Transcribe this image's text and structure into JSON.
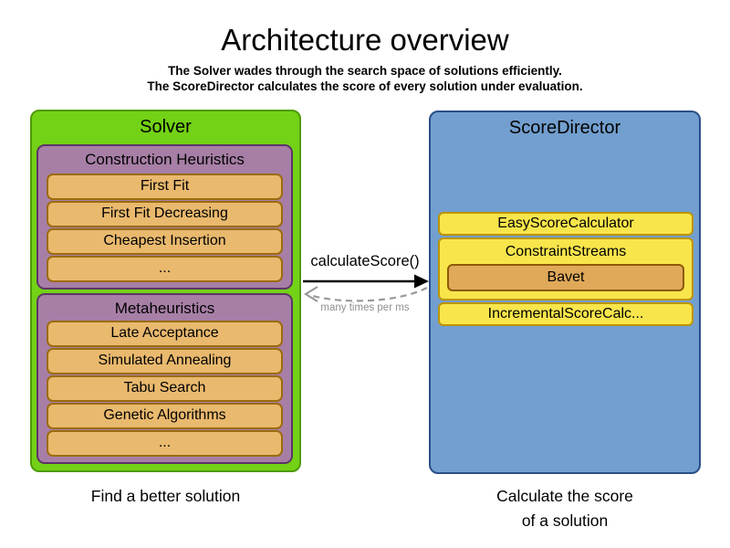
{
  "header": {
    "title": "Architecture overview",
    "subtitle_line1": "The Solver wades through the search space of solutions efficiently.",
    "subtitle_line2": "The ScoreDirector calculates the score of every solution under evaluation."
  },
  "solver": {
    "title": "Solver",
    "caption": "Find a better solution",
    "groups": [
      {
        "title": "Construction Heuristics",
        "items": [
          "First Fit",
          "First Fit Decreasing",
          "Cheapest Insertion",
          "..."
        ]
      },
      {
        "title": "Metaheuristics",
        "items": [
          "Late Acceptance",
          "Simulated Annealing",
          "Tabu Search",
          "Genetic Algorithms",
          "..."
        ]
      }
    ]
  },
  "score_director": {
    "title": "ScoreDirector",
    "caption_line1": "Calculate the score",
    "caption_line2": "of a solution",
    "calculator_easy": "EasyScoreCalculator",
    "calculator_constraint_streams": "ConstraintStreams",
    "constraint_streams_impl": "Bavet",
    "calculator_incremental": "IncrementalScoreCalc..."
  },
  "interaction": {
    "call_label": "calculateScore()",
    "frequency_label": "many times per ms"
  },
  "colors": {
    "solver_fill": "#73d216",
    "solver_border": "#4e9a06",
    "phase_fill": "#a77fa6",
    "phase_border": "#5c3566",
    "algorithm_fill": "#e9b96e",
    "algorithm_border": "#9c6b0c",
    "score_director_fill": "#729fcf",
    "score_director_border": "#2a4e88",
    "calculator_fill": "#f8e54b",
    "calculator_border": "#bd9405",
    "bavet_fill": "#dfa959",
    "bavet_border": "#8f5902",
    "arrow_solid": "#000000",
    "arrow_dashed": "#999999"
  }
}
